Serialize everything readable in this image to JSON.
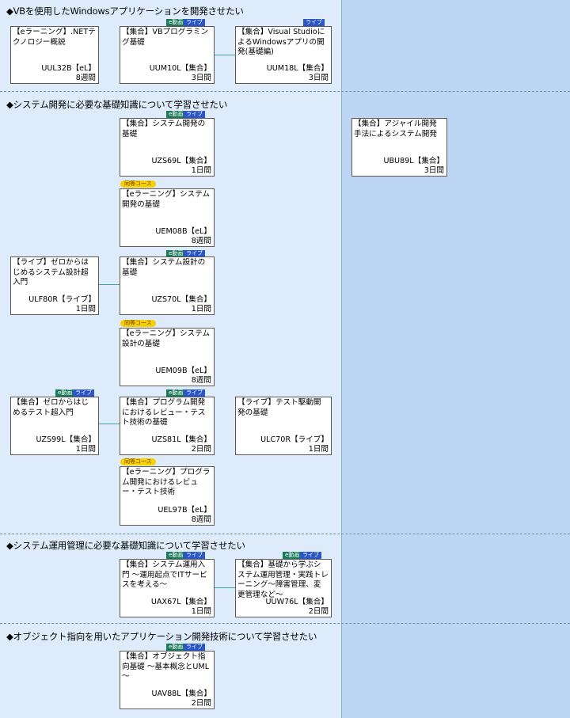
{
  "sections": [
    {
      "title": "◆VBを使用したWindowsアプリケーションを開発させたい"
    },
    {
      "title": "◆システム開発に必要な基礎知識について学習させたい"
    },
    {
      "title": "◆システム運用管理に必要な基礎知識について学習させたい"
    },
    {
      "title": "◆オブジェクト指向を用いたアプリケーション開発技術について学習させたい"
    }
  ],
  "badges": {
    "e": "e動画",
    "live": "ライブ",
    "equiv": "同等コース"
  },
  "courses": {
    "uul32b": {
      "name": "【eラーニング】.NETテクノロジー概説",
      "code": "UUL32B【eL】",
      "duration": "8週間"
    },
    "uum10l": {
      "name": "【集合】VBプログラミング基礎",
      "code": "UUM10L【集合】",
      "duration": "3日間"
    },
    "uum18l": {
      "name": "【集合】Visual StudioによるWindowsアプリの開発(基礎編)",
      "code": "UUM18L【集合】",
      "duration": "3日間"
    },
    "uzs69l": {
      "name": "【集合】システム開発の基礎",
      "code": "UZS69L【集合】",
      "duration": "1日間"
    },
    "ubu89l": {
      "name": "【集合】アジャイル開発手法によるシステム開発",
      "code": "UBU89L【集合】",
      "duration": "3日間"
    },
    "uem08b": {
      "name": "【eラーニング】システム開発の基礎",
      "code": "UEM08B【eL】",
      "duration": "8週間"
    },
    "ulf80r": {
      "name": "【ライブ】ゼロからはじめるシステム設計超入門",
      "code": "ULF80R【ライブ】",
      "duration": "1日間"
    },
    "uzs70l": {
      "name": "【集合】システム設計の基礎",
      "code": "UZS70L【集合】",
      "duration": "1日間"
    },
    "uem09b": {
      "name": "【eラーニング】システム設計の基礎",
      "code": "UEM09B【eL】",
      "duration": "8週間"
    },
    "uzs99l": {
      "name": "【集合】ゼロからはじめるテスト超入門",
      "code": "UZS99L【集合】",
      "duration": "1日間"
    },
    "uzs81l": {
      "name": "【集合】プログラム開発におけるレビュー・テスト技術の基礎",
      "code": "UZS81L【集合】",
      "duration": "2日間"
    },
    "ulc70r": {
      "name": "【ライブ】テスト駆動開発の基礎",
      "code": "ULC70R【ライブ】",
      "duration": "1日間"
    },
    "uel97b": {
      "name": "【eラーニング】プログラム開発におけるレビュー・テスト技術",
      "code": "UEL97B【eL】",
      "duration": "8週間"
    },
    "uax67l": {
      "name": "【集合】システム運用入門 ～運用起点でITサービスを考える～",
      "code": "UAX67L【集合】",
      "duration": "1日間"
    },
    "uuw76l": {
      "name": "【集合】基礎から学ぶシステム運用管理・実践トレーニング～障害管理、変更管理など～",
      "code": "UUW76L【集合】",
      "duration": "2日間"
    },
    "uav88l": {
      "name": "【集合】オブジェクト指向基礎 ～基本概念とUML～",
      "code": "UAV88L【集合】",
      "duration": "2日間"
    }
  }
}
